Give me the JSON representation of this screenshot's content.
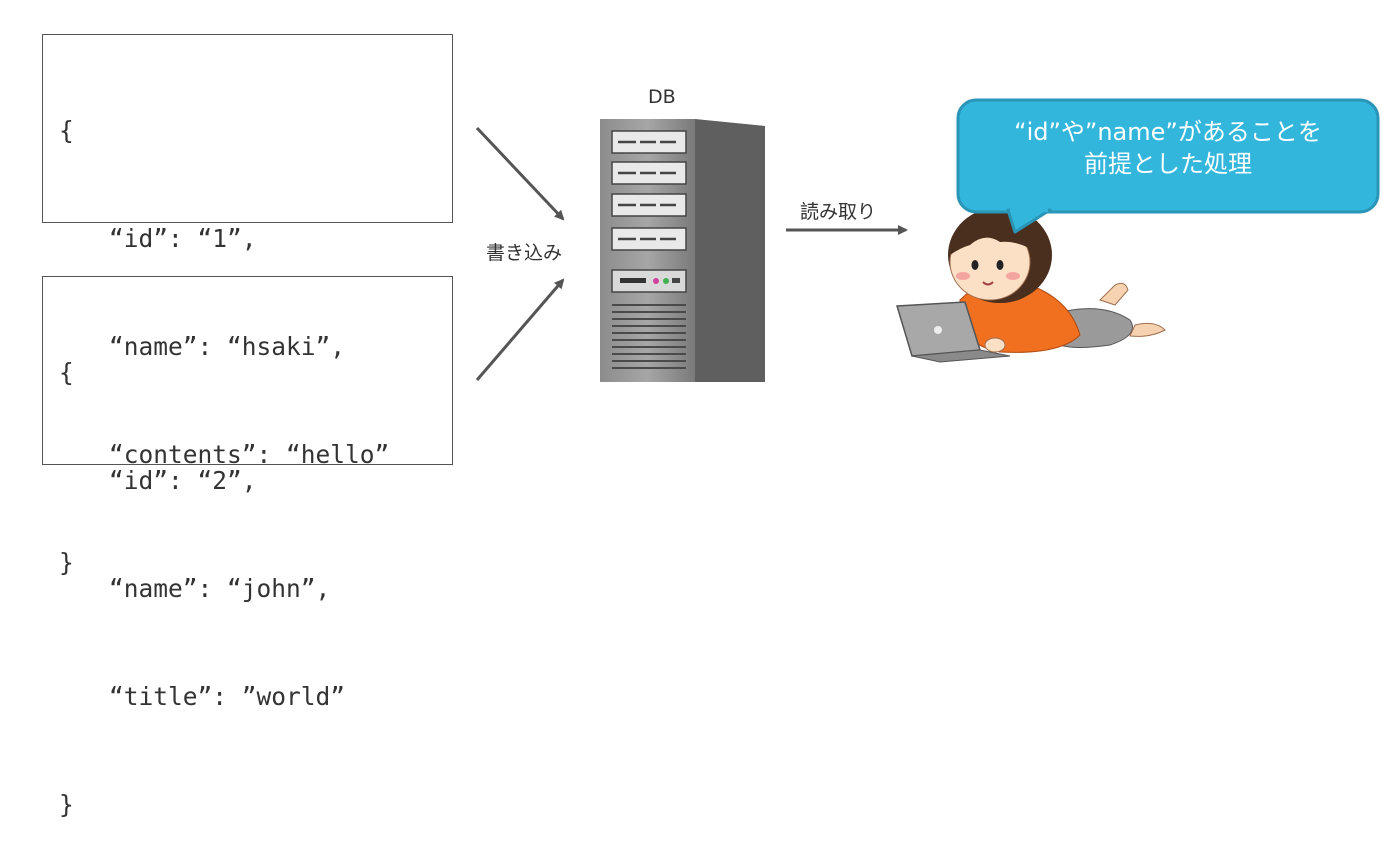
{
  "json_records": [
    {
      "lines": [
        "{",
        "“id”: “1”,",
        "“name”: “hsaki”,",
        "“contents”: “hello”",
        "}"
      ]
    },
    {
      "lines": [
        "{",
        "“id”: “2”,",
        "“name”: “john”,",
        "“title”: ”world”",
        "}"
      ]
    }
  ],
  "labels": {
    "write": "書き込み",
    "db": "DB",
    "read": "読み取り"
  },
  "speech_bubble": {
    "line1": "“id”や”name”があることを",
    "line2": "前提とした処理"
  },
  "icons": {
    "server": "server-icon",
    "person": "person-with-laptop-icon"
  },
  "colors": {
    "bubble_fill": "#33b6dc",
    "bubble_stroke": "#2a95b6",
    "arrow": "#555555",
    "shirt": "#f07020"
  }
}
